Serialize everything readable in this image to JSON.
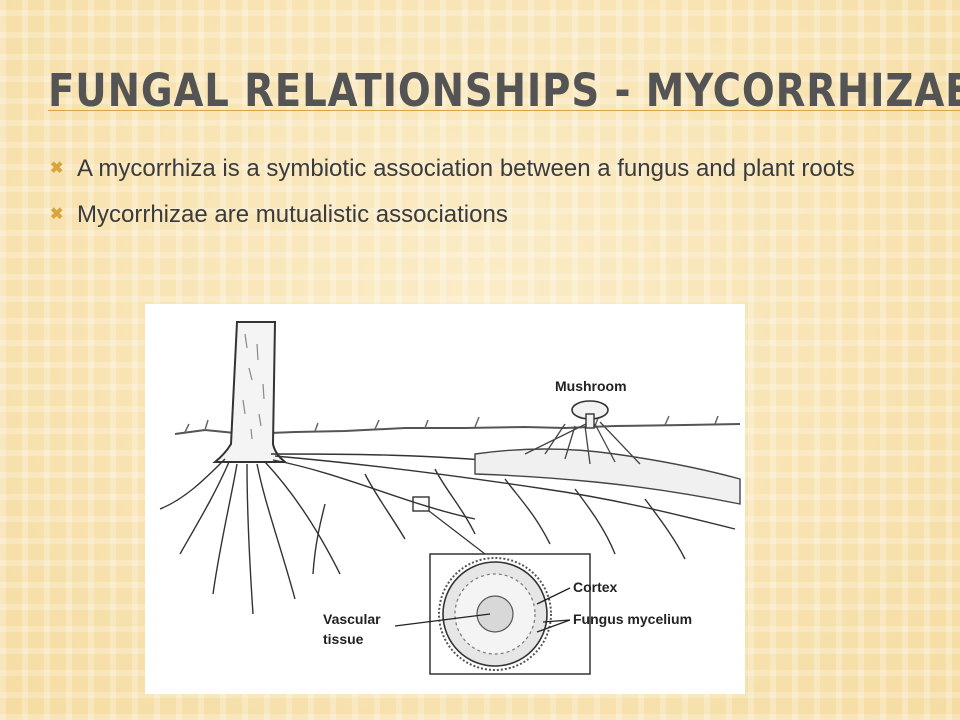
{
  "slide": {
    "title": "Fungal Relationships - Mycorrhizae",
    "bullets": [
      "A mycorrhiza is a symbiotic association between a fungus and plant roots",
      "Mycorrhizae are mutualistic associations"
    ],
    "bullet_icon": "x-mark-icon",
    "accent_color": "#d9a43c"
  },
  "figure": {
    "labels": {
      "mushroom": "Mushroom",
      "cortex": "Cortex",
      "fungus": "Fungus mycelium",
      "vascular_1": "Vascular",
      "vascular_2": "tissue"
    }
  }
}
